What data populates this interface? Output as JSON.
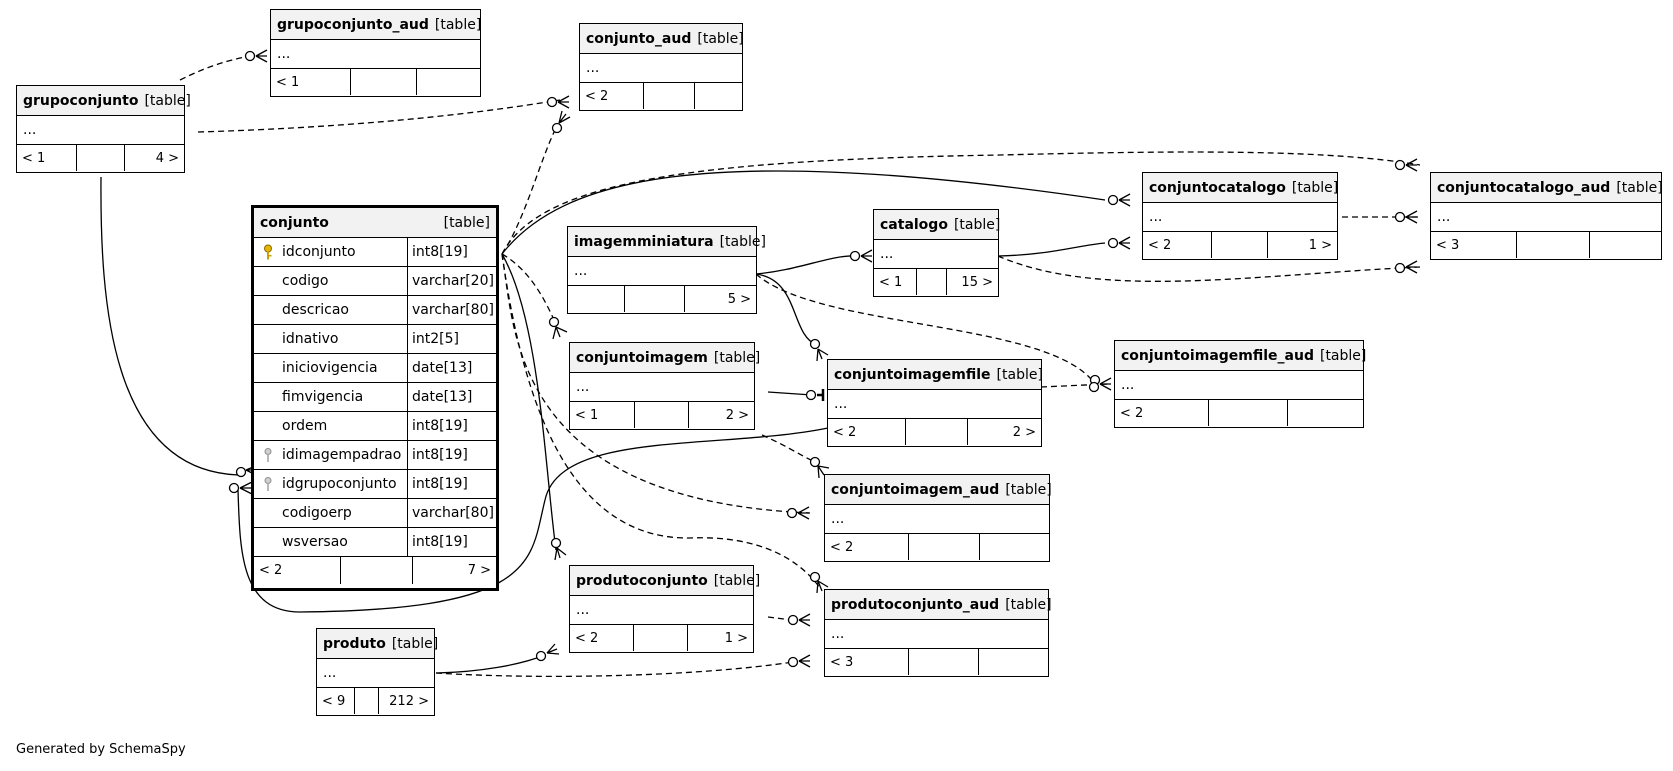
{
  "footer_text": "Generated by SchemaSpy",
  "tag": "[table]",
  "main_table": {
    "name": "conjunto",
    "tag": "[table]",
    "columns": [
      {
        "name": "idconjunto",
        "type": "int8[19]",
        "key": "primary"
      },
      {
        "name": "codigo",
        "type": "varchar[20]",
        "key": ""
      },
      {
        "name": "descricao",
        "type": "varchar[80]",
        "key": ""
      },
      {
        "name": "idnativo",
        "type": "int2[5]",
        "key": ""
      },
      {
        "name": "iniciovigencia",
        "type": "date[13]",
        "key": ""
      },
      {
        "name": "fimvigencia",
        "type": "date[13]",
        "key": ""
      },
      {
        "name": "ordem",
        "type": "int8[19]",
        "key": ""
      },
      {
        "name": "idimagempadrao",
        "type": "int8[19]",
        "key": "foreign"
      },
      {
        "name": "idgrupoconjunto",
        "type": "int8[19]",
        "key": "foreign"
      },
      {
        "name": "codigoerp",
        "type": "varchar[80]",
        "key": ""
      },
      {
        "name": "wsversao",
        "type": "int8[19]",
        "key": ""
      }
    ],
    "footer": {
      "parents": "< 2",
      "mid": "",
      "children": "7 >"
    }
  },
  "tables": {
    "grupoconjunto_aud": {
      "name": "grupoconjunto_aud",
      "body": "...",
      "parents": "< 1",
      "children": ""
    },
    "conjunto_aud": {
      "name": "conjunto_aud",
      "body": "...",
      "parents": "< 2",
      "children": ""
    },
    "grupoconjunto": {
      "name": "grupoconjunto",
      "body": "...",
      "parents": "< 1",
      "children": "4 >"
    },
    "conjuntocatalogo": {
      "name": "conjuntocatalogo",
      "body": "...",
      "parents": "< 2",
      "children": "1 >"
    },
    "conjuntocatalogo_aud": {
      "name": "conjuntocatalogo_aud",
      "body": "...",
      "parents": "< 3",
      "children": ""
    },
    "imagemminiatura": {
      "name": "imagemminiatura",
      "body": "...",
      "parents": "",
      "children": "5 >"
    },
    "catalogo": {
      "name": "catalogo",
      "body": "...",
      "parents": "< 1",
      "children": "15 >"
    },
    "conjuntoimagem": {
      "name": "conjuntoimagem",
      "body": "...",
      "parents": "< 1",
      "children": "2 >"
    },
    "conjuntoimagemfile": {
      "name": "conjuntoimagemfile",
      "body": "...",
      "parents": "< 2",
      "children": "2 >"
    },
    "conjuntoimagemfile_aud": {
      "name": "conjuntoimagemfile_aud",
      "body": "...",
      "parents": "< 2",
      "children": ""
    },
    "conjuntoimagem_aud": {
      "name": "conjuntoimagem_aud",
      "body": "...",
      "parents": "< 2",
      "children": ""
    },
    "produtoconjunto": {
      "name": "produtoconjunto",
      "body": "...",
      "parents": "< 2",
      "children": "1 >"
    },
    "produtoconjunto_aud": {
      "name": "produtoconjunto_aud",
      "body": "...",
      "parents": "< 3",
      "children": ""
    },
    "produto": {
      "name": "produto",
      "body": "...",
      "parents": "< 9",
      "children": "212 >"
    }
  }
}
